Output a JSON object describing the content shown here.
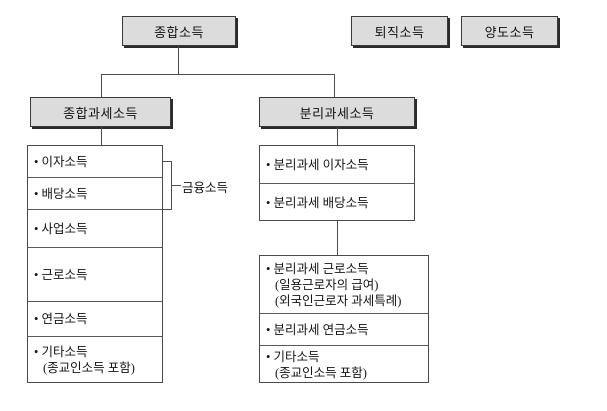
{
  "diagram": {
    "title_top": "종합소득",
    "siblings": [
      {
        "label": "퇴직소득"
      },
      {
        "label": "양도소득"
      }
    ],
    "branches": [
      {
        "label": "종합과세소득"
      },
      {
        "label": "분리과세소득"
      }
    ],
    "bracket_label": "금융소득",
    "comprehensive_items": [
      {
        "line1": "• 이자소득",
        "line2": ""
      },
      {
        "line1": "• 배당소득",
        "line2": ""
      },
      {
        "line1": "• 사업소득",
        "line2": ""
      },
      {
        "line1": "• 근로소득",
        "line2": ""
      },
      {
        "line1": "• 연금소득",
        "line2": ""
      },
      {
        "line1": "• 기타소득",
        "line2": "(종교인소득 포함)"
      }
    ],
    "separate_items_upper": [
      {
        "line1": "• 분리과세 이자소득",
        "line2": "",
        "line3": ""
      },
      {
        "line1": "• 분리과세 배당소득",
        "line2": "",
        "line3": ""
      }
    ],
    "separate_items_lower": [
      {
        "line1": "• 분리과세 근로소득",
        "line2": "(일용근로자의 급여)",
        "line3": "(외국인근로자 과세특례)"
      },
      {
        "line1": "• 분리과세 연금소득",
        "line2": "",
        "line3": ""
      },
      {
        "line1": "• 기타소득",
        "line2": "(종교인소득 포함)",
        "line3": ""
      }
    ]
  }
}
